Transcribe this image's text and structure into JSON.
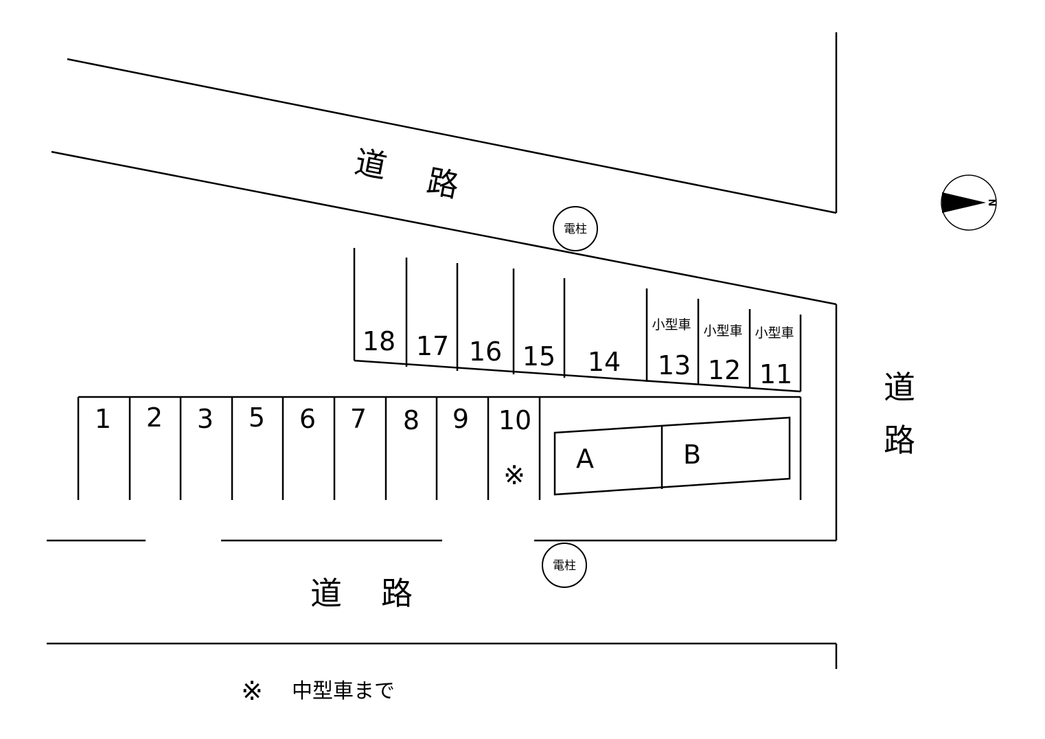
{
  "roads": {
    "top": [
      "道",
      "路"
    ],
    "right": [
      "道",
      "路"
    ],
    "bottom": [
      "道",
      "路"
    ]
  },
  "poles": [
    "電柱",
    "電柱"
  ],
  "compass": {
    "label": "N"
  },
  "top_row": [
    {
      "number": "18"
    },
    {
      "number": "17"
    },
    {
      "number": "16"
    },
    {
      "number": "15"
    },
    {
      "number": "14"
    },
    {
      "number": "13",
      "note": "小型車"
    },
    {
      "number": "12",
      "note": "小型車"
    },
    {
      "number": "11",
      "note": "小型車"
    }
  ],
  "bottom_row": [
    "1",
    "2",
    "3",
    "5",
    "6",
    "7",
    "8",
    "9",
    "10"
  ],
  "space10_mark": "※",
  "blocks": [
    "A",
    "B"
  ],
  "legend": {
    "mark": "※",
    "text": "中型車まで"
  }
}
